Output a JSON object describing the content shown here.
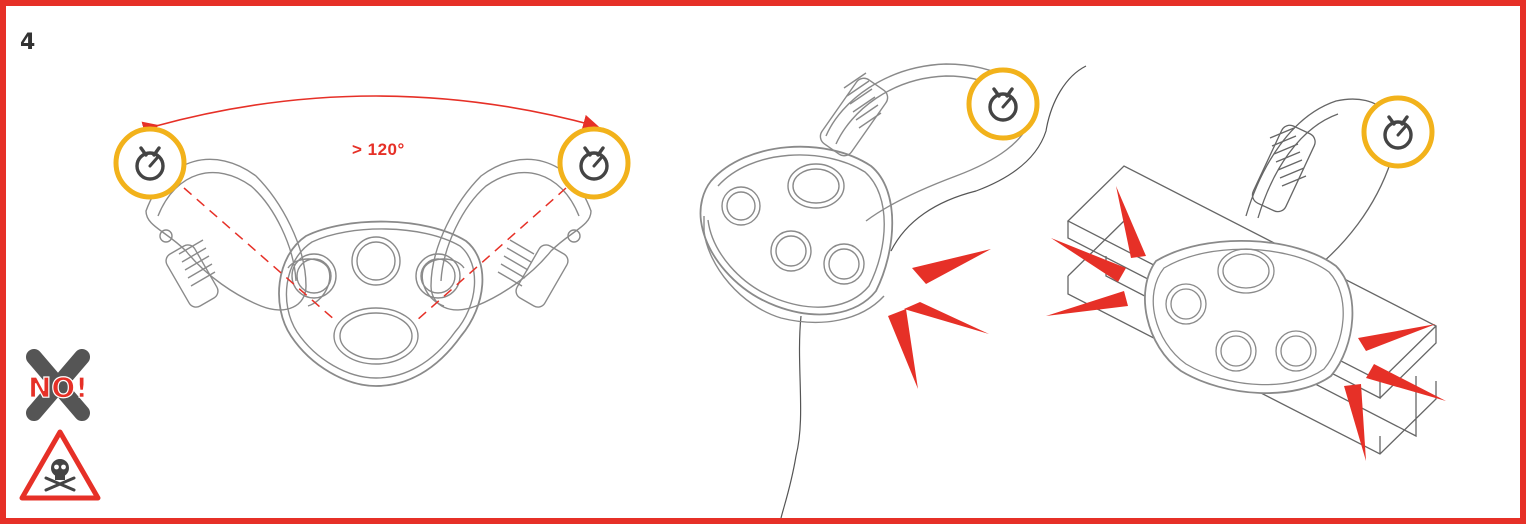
{
  "step": {
    "number": "4"
  },
  "angle": {
    "label": "> 120°"
  },
  "warning": {
    "no_label": "NO!"
  },
  "colors": {
    "border": "#e63027",
    "accent_red": "#e63027",
    "gauge_ring": "#f2b21b",
    "line_gray": "#8a8a8a",
    "icon_gray": "#444444"
  },
  "icons": [
    "gauge-icon",
    "no-cross-icon",
    "danger-skull-icon",
    "impact-burst-icon"
  ]
}
